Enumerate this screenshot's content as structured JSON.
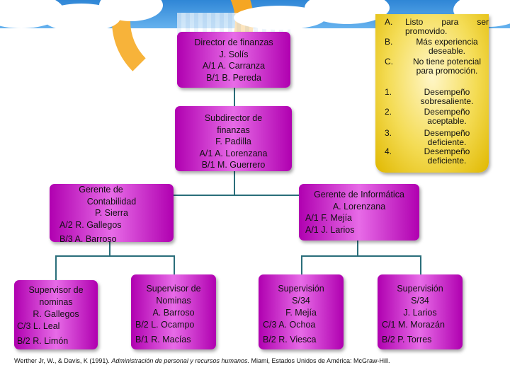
{
  "colors": {
    "box_purple": "#c92dc9",
    "legend_gold": "#f4dc55",
    "connector": "#2a6e7a",
    "sky": "#3d8fdb",
    "sun": "#f5a623"
  },
  "legend": {
    "potential": [
      {
        "marker": "A.",
        "text": "Listo para ser promovido."
      },
      {
        "marker": "B.",
        "text": "Más experiencia deseable."
      },
      {
        "marker": "C.",
        "text": "No tiene potencial para promoción."
      }
    ],
    "performance": [
      {
        "marker": "1.",
        "text": "Desempeño sobresaliente."
      },
      {
        "marker": "2.",
        "text": "Desempeño aceptable."
      },
      {
        "marker": "3.",
        "text": "Desempeño deficiente."
      },
      {
        "marker": "4.",
        "text": "Desempeño deficiente."
      }
    ]
  },
  "nodes": {
    "director": {
      "lines": [
        "Director de finanzas",
        "J. Solís",
        "A/1  A. Carranza",
        "B/1  B. Pereda"
      ]
    },
    "subdirector": {
      "lines": [
        "Subdirector de",
        "finanzas",
        "F. Padilla",
        "A/1  A. Lorenzana",
        "B/1  M. Guerrero"
      ]
    },
    "gerente_contabilidad": {
      "lines": [
        "Gerente de",
        "Contabilidad",
        "P. Sierra",
        "A/2  R. Gallegos",
        "B/3   A. Barroso"
      ]
    },
    "gerente_informatica": {
      "lines": [
        "Gerente de Informática",
        "A. Lorenzana",
        "A/1  F. Mejía",
        "A/1  J. Larios"
      ]
    },
    "supervisor_nominas_1": {
      "lines": [
        "Supervisor de",
        "nominas",
        "R. Gallegos",
        "C/3  L. Leal",
        "B/2  R. Limón"
      ]
    },
    "supervisor_nominas_2": {
      "lines": [
        "Supervisor de",
        "Nominas",
        "A. Barroso",
        "B/2  L. Ocampo",
        "B/1   R. Macías"
      ]
    },
    "supervision_1": {
      "lines": [
        "Supervisión",
        "S/34",
        "F. Mejía",
        "C/3  A. Ochoa",
        "B/2  R. Viesca"
      ]
    },
    "supervision_2": {
      "lines": [
        "Supervisión",
        "S/34",
        "J. Larios",
        "C/1  M. Morazán",
        "B/2  P. Torres"
      ]
    }
  },
  "reference": {
    "before": "Werther Jr, W., & Davis, K (1991). ",
    "italic": "Administración de personal y recursos humanos.",
    "after": " Miami, Estados Unidos de América: McGraw-Hill."
  }
}
